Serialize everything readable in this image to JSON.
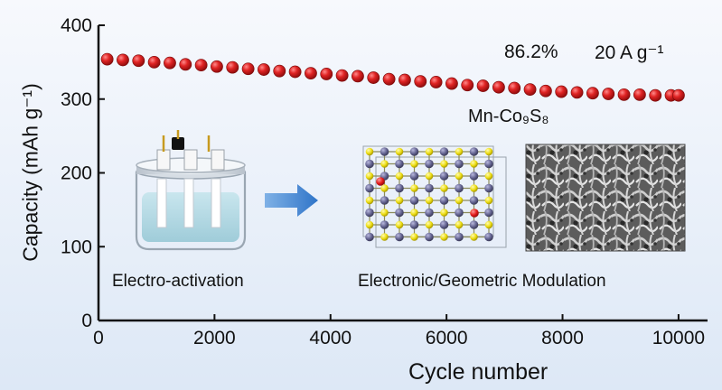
{
  "chart_data": {
    "type": "scatter",
    "xlabel": "Cycle number",
    "ylabel": "Capacity (mAh g⁻¹)",
    "xlim": [
      0,
      10500
    ],
    "ylim": [
      0,
      400
    ],
    "x_ticks": [
      0,
      2000,
      4000,
      6000,
      8000,
      10000
    ],
    "y_ticks": [
      0,
      100,
      200,
      300,
      400
    ],
    "x_tick_labels": [
      "0",
      "2000",
      "4000",
      "6000",
      "8000",
      "10000"
    ],
    "y_tick_labels": [
      "0",
      "100",
      "200",
      "300",
      "400"
    ],
    "marker_color": "#d81e1e",
    "series": [
      {
        "x": [
          150,
          420,
          690,
          960,
          1230,
          1500,
          1770,
          2040,
          2310,
          2580,
          2850,
          3120,
          3390,
          3660,
          3930,
          4200,
          4470,
          4740,
          5010,
          5280,
          5550,
          5820,
          6090,
          6360,
          6630,
          6900,
          7170,
          7440,
          7710,
          7980,
          8250,
          8520,
          8790,
          9060,
          9330,
          9600,
          9870,
          10000
        ],
        "y": [
          354,
          353,
          352,
          350,
          349,
          347,
          346,
          344,
          343,
          341,
          340,
          338,
          337,
          335,
          334,
          332,
          331,
          329,
          327,
          326,
          324,
          323,
          321,
          319,
          318,
          316,
          315,
          313,
          311,
          310,
          309,
          308,
          307,
          306,
          306,
          305,
          305,
          305
        ]
      }
    ],
    "annotations": {
      "retention": "86.2%",
      "current_density": "20 A g⁻¹",
      "material": "Mn-Co₉S₈",
      "left_caption": "Electro-activation",
      "right_caption": "Electronic/Geometric Modulation"
    }
  }
}
